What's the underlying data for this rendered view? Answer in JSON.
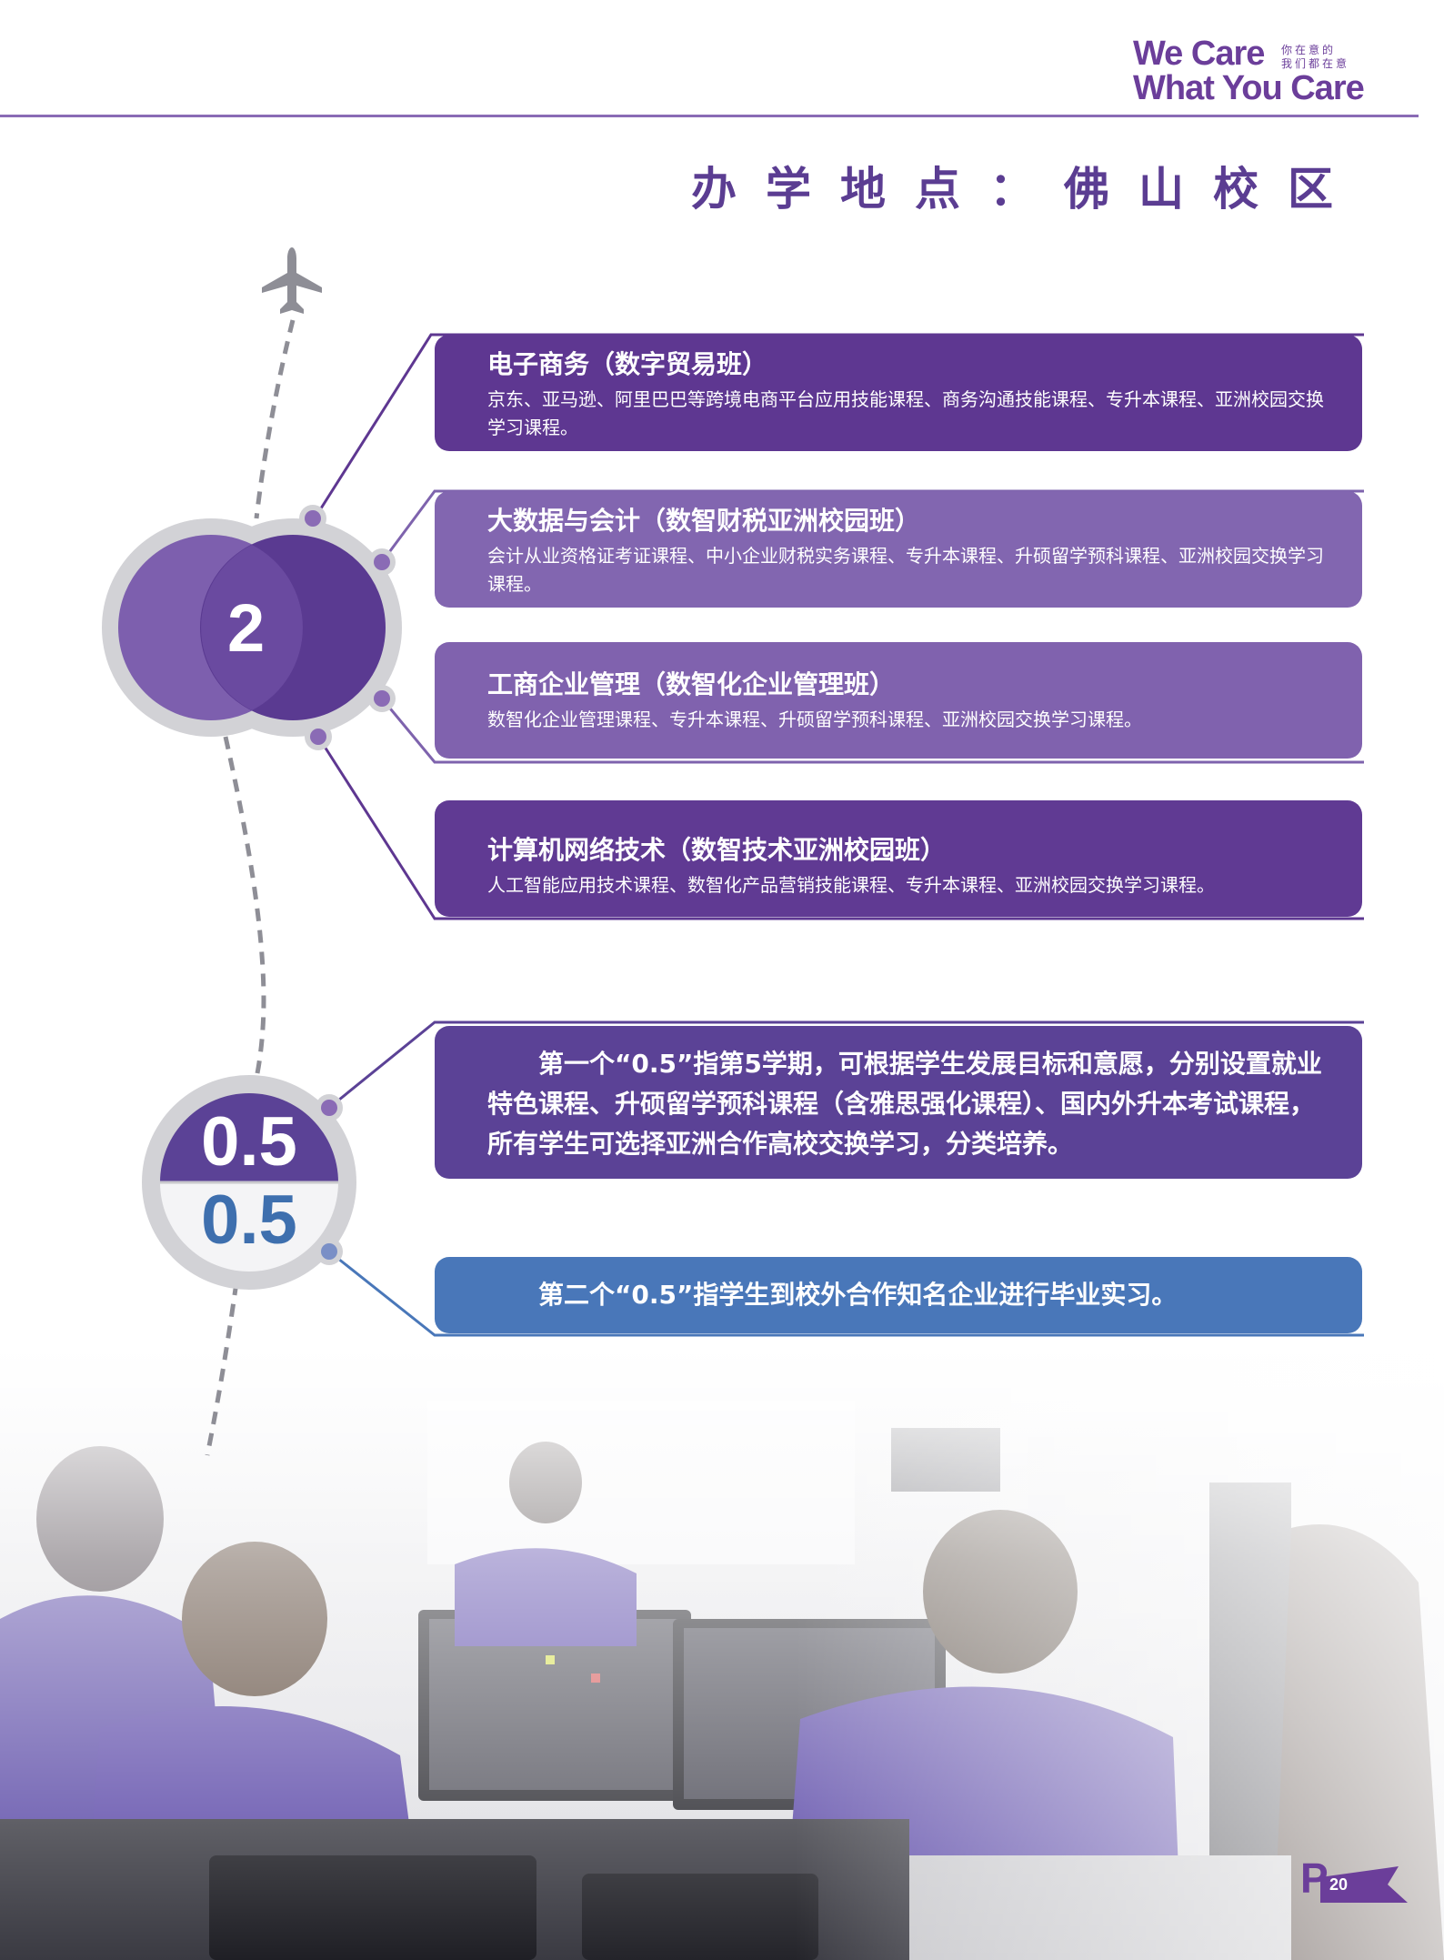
{
  "brand": {
    "line1": "We Care",
    "line2": "What You Care",
    "slogan_line1": "你在意的",
    "slogan_line2": "我们都在意"
  },
  "page_title": "办学地点：佛山校区",
  "section_2": {
    "number": "2",
    "courses": [
      {
        "title": "电子商务（数字贸易班）",
        "description": "京东、亚马逊、阿里巴巴等跨境电商平台应用技能课程、商务沟通技能课程、专升本课程、亚洲校园交换学习课程。"
      },
      {
        "title": "大数据与会计（数智财税亚洲校园班）",
        "description": "会计从业资格证考证课程、中小企业财税实务课程、专升本课程、升硕留学预科课程、亚洲校园交换学习课程。"
      },
      {
        "title": "工商企业管理（数智化企业管理班）",
        "description": "数智化企业管理课程、专升本课程、升硕留学预科课程、亚洲校园交换学习课程。"
      },
      {
        "title": "计算机网络技术（数智技术亚洲校园班）",
        "description": "人工智能应用技术课程、数智化产品营销技能课程、专升本课程、亚洲校园交换学习课程。"
      }
    ]
  },
  "section_05": {
    "number_top": "0.5",
    "number_bottom": "0.5",
    "first": "第一个“0.5”指第5学期，可根据学生发展目标和意愿，分别设置就业特色课程、升硕留学预科课程（含雅思强化课程）、国内外升本考试课程，所有学生可选择亚洲合作高校交换学习，分类培养。",
    "second": "第二个“0.5”指学生到校外合作知名企业进行毕业实习。"
  },
  "page_number": {
    "letter": "P",
    "number": "20"
  },
  "colors": {
    "purple_dark": "#5e3791",
    "purple_light": "#8266b0",
    "blue": "#4977b9",
    "gray_ring": "#d2d2d6"
  },
  "icons": [
    "airplane-icon"
  ]
}
